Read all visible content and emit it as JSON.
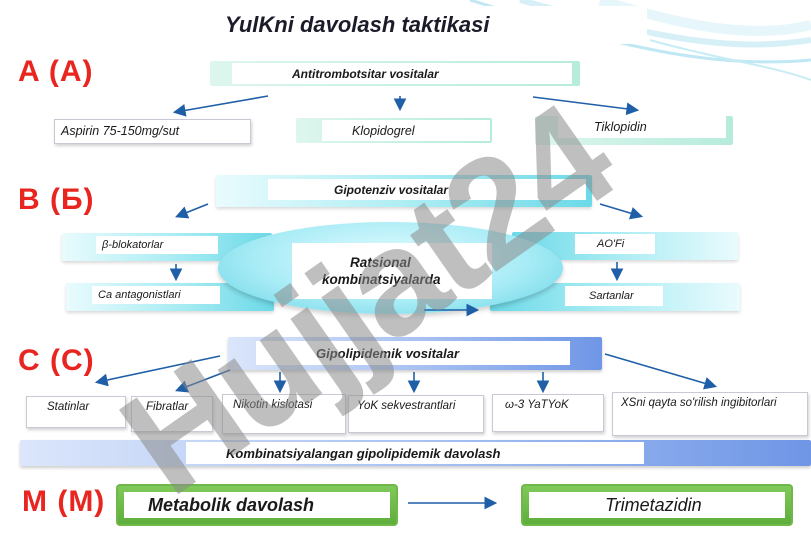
{
  "title": "YulKni davolash taktikasi",
  "sections": {
    "a": {
      "letter": "A (A)",
      "header": "Antitrombotsitar vositalar",
      "items": [
        "Aspirin 75-150mg/sut",
        "Klopidogrel",
        "Tiklopidin"
      ]
    },
    "b": {
      "letter": "B (Б)",
      "header": "Gipotenziv vositalar",
      "left_items": [
        "β-blokatorlar",
        "Ca antagonistlari"
      ],
      "right_items": [
        "AO'Fi",
        "Sartanlar"
      ],
      "center": [
        "Ratsional",
        "kombinatsiyalarda"
      ]
    },
    "c": {
      "letter": "C (C)",
      "header": "Gipolipidemik vositalar",
      "items": [
        "Statinlar",
        "Fibratlar",
        "Nikotin kislotasi",
        "YoK sekvestrantlari",
        "ω-3 YaTYoK",
        "XSni qayta so'rilish ingibitorlari"
      ],
      "combined": "Kombinatsiyalangan gipolipidemik davolash"
    },
    "m": {
      "letter": "M (M)",
      "left": "Metabolik davolash",
      "right": "Trimetazidin"
    }
  },
  "watermark": "Hujjat24",
  "colors": {
    "section_letter": "#e8251f",
    "arrow": "#1f5fa8",
    "cyan_bar": "#6cd9e8",
    "blue_bar": "#6f96e6",
    "green_frame": "#70b84a",
    "watermark_gray": "#8a8a8a",
    "watermark_violet": "#b8a6ef"
  }
}
